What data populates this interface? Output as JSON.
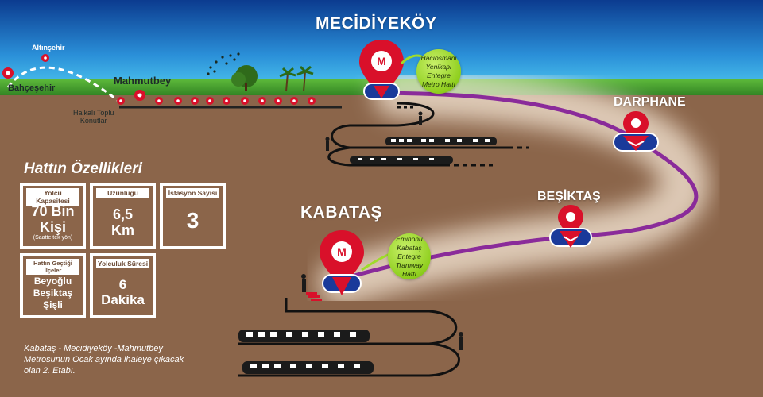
{
  "stations": {
    "mecidiyekoy": "MECİDİYEKÖY",
    "darphane": "DARPHANE",
    "besiktas": "BEŞİKTAŞ",
    "kabatas": "KABATAŞ",
    "mahmutbey": "Mahmutbey",
    "bahcesehir": "Bahçeşehir",
    "altinsehir": "Altınşehir",
    "halkali": "Halkalı Toplu\nKonutlar"
  },
  "bubbles": {
    "top": "Hacıosmani\nYenikapı\nEntegre\nMetro Hattı",
    "bottom": "Eminönü\nKabataş\nEntegre\nTramway\nHattı"
  },
  "panel": {
    "title": "Hattın Özellikleri",
    "boxes": [
      {
        "caption": "Yolcu Kapasitesi",
        "value": "70 Bin\nKişi",
        "sub": "(Saatte tek yön)"
      },
      {
        "caption": "Uzunluğu",
        "value": "6,5\nKm",
        "sub": ""
      },
      {
        "caption": "İstasyon Sayısı",
        "value": "3",
        "sub": ""
      },
      {
        "caption": "Hattın Geçtiği İlçeler",
        "value": "Beyoğlu\nBeşiktaş\nŞişli",
        "sub": ""
      },
      {
        "caption": "Yolculuk Süresi",
        "value": "6\nDakika",
        "sub": ""
      }
    ]
  },
  "note": "Kabataş - Mecidiyeköy -Mahmutbey Metrosunun Ocak ayında ihaleye çıkacak olan 2. Etabı.",
  "colors": {
    "sky_top": "#0b3b8f",
    "sky_bottom": "#3ec0ee",
    "grass": "#3c9a2a",
    "soil": "#8b654a",
    "line": "#8a2b9a",
    "pin": "#d9102a",
    "accent_green": "#9fdc2a"
  }
}
